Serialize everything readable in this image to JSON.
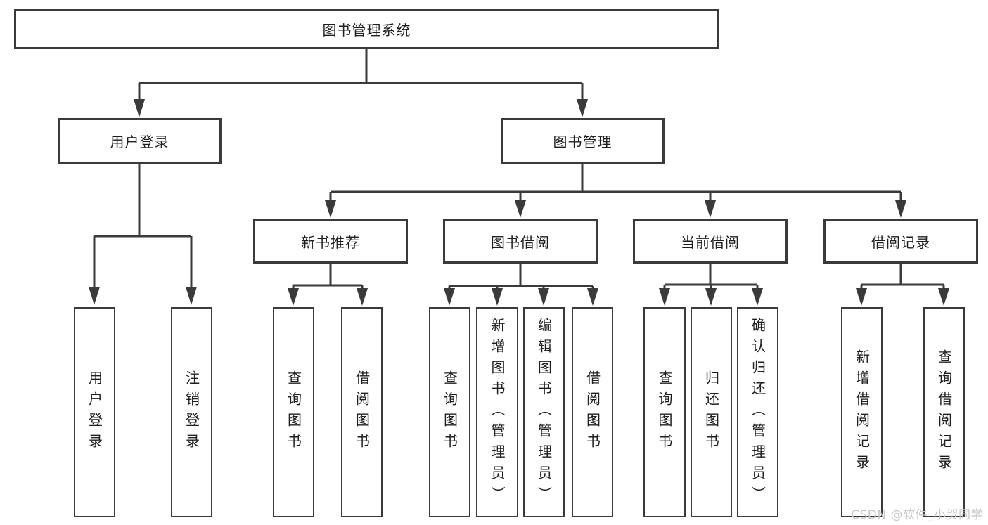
{
  "diagram": {
    "tree": {
      "label": "图书管理系统",
      "children": [
        {
          "label": "用户登录",
          "children": [
            {
              "label": "用户登录"
            },
            {
              "label": "注销登录"
            }
          ]
        },
        {
          "label": "图书管理",
          "children": [
            {
              "label": "新书推荐",
              "children": [
                {
                  "label": "查询图书"
                },
                {
                  "label": "借阅图书"
                }
              ]
            },
            {
              "label": "图书借阅",
              "children": [
                {
                  "label": "查询图书"
                },
                {
                  "label": "新增图书（管理员）"
                },
                {
                  "label": "编辑图书（管理员）"
                },
                {
                  "label": "借阅图书"
                }
              ]
            },
            {
              "label": "当前借阅",
              "children": [
                {
                  "label": "查询图书"
                },
                {
                  "label": "归还图书"
                },
                {
                  "label": "确认归还（管理员）"
                }
              ]
            },
            {
              "label": "借阅记录",
              "children": [
                {
                  "label": "新增借阅记录"
                },
                {
                  "label": "查询借阅记录"
                }
              ]
            }
          ]
        }
      ]
    },
    "colors": {
      "line": "#3a3a3a",
      "node_border": "#3a3a3a",
      "node_text": "#1f1f1f",
      "background": "#ffffff",
      "watermark": "#c6c6cb"
    }
  },
  "watermark": {
    "text": "CSDN @软件_小贺同学"
  }
}
